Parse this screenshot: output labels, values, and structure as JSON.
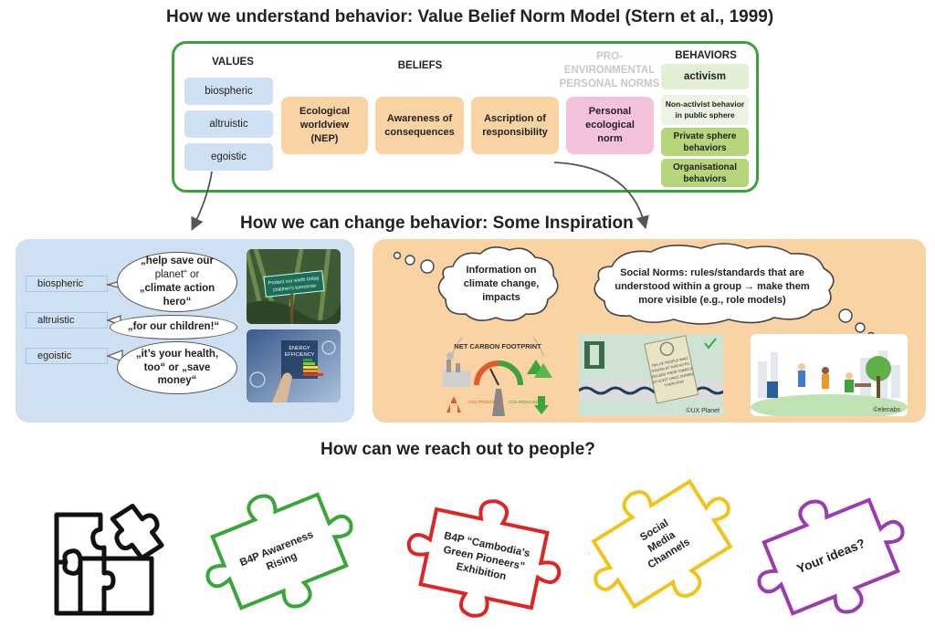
{
  "vbn": {
    "title": "How we understand behavior: Value Belief Norm Model (Stern et al., 1999)",
    "values_header": "VALUES",
    "beliefs_header": "BELIEFS",
    "norms_header_1": "PRO-",
    "norms_header_2": "ENVIRONMENTAL",
    "norms_header_3": "PERSONAL NORMS",
    "behaviors_header": "BEHAVIORS",
    "values": [
      "biospheric",
      "altruistic",
      "egoistic"
    ],
    "beliefs": [
      {
        "l1": "Ecological",
        "l2": "worldview",
        "l3": "(NEP)"
      },
      {
        "l1": "Awareness of",
        "l2": "consequences"
      },
      {
        "l1": "Ascription of",
        "l2": "responsibility"
      }
    ],
    "norm": {
      "l1": "Personal",
      "l2": "ecological",
      "l3": "norm"
    },
    "behaviors": [
      {
        "l1": "activism"
      },
      {
        "l1": "Non-activist behavior",
        "l2": "in public sphere"
      },
      {
        "l1": "Private sphere",
        "l2": "behaviors"
      },
      {
        "l1": "Organisational",
        "l2": "behaviors"
      }
    ]
  },
  "change": {
    "title": "How we can change behavior: Some Inspiration",
    "labels": [
      "biospheric",
      "altruistic",
      "egoistic"
    ],
    "bubble1": {
      "l1": "„help save our",
      "l2": "planet“ or",
      "l3": "„climate action",
      "l4": "hero“"
    },
    "bubble2": {
      "l1": "„for our children!“"
    },
    "bubble3": {
      "l1": "„it’s your health,",
      "l2": "too“ or „save",
      "l3": "money“"
    },
    "photo1_sign": {
      "l1": "Protect our earth today",
      "l2": "children's tomorrow"
    },
    "photo2_text": {
      "l1": "ENERGY",
      "l2": "EFFICIENCY"
    },
    "cloud1": {
      "l1": "Information on",
      "l2": "climate change,",
      "l3": "impacts"
    },
    "cloud2": {
      "l1": "Social Norms: rules/standards that are",
      "l2": "understood within a group → make them",
      "l3": "more visible (e.g., role models)"
    },
    "footprint": {
      "title": "NET CARBON FOOTPRINT",
      "produced": "CO2 PRODUCED",
      "reduced": "CO2 REDUCED"
    },
    "tag_text": {
      "l1": "75% OF PEOPLE WHO",
      "l2": "STAYED AT THIS HOTEL",
      "l3": "REUSED THEIR TOWELS",
      "l4": "AT LEAST ONCE DURING",
      "l5": "THEIR STAY"
    },
    "credit1": "©UX Planet",
    "credit2": "©elenabs"
  },
  "reach": {
    "title": "How can we reach out to people?",
    "pieces": [
      {
        "l1": "B4P Awareness",
        "l2": "Rising",
        "color": "#3aa53a"
      },
      {
        "l1": "B4P “Cambodia’s",
        "l2": "Green Pioneers”",
        "l3": "Exhibition",
        "color": "#e02424"
      },
      {
        "l1": "Social",
        "l2": "Media",
        "l3": "Channels",
        "color": "#f0c419"
      },
      {
        "l1": "Your ideas?",
        "color": "#9b3bb0"
      }
    ]
  },
  "colors": {
    "green": "#3ca33c",
    "blue_box": "#cfe0f3",
    "orange_box": "#f9d3a3",
    "pink_box": "#f5c2dc",
    "light_green": "#e3efd4",
    "mid_green": "#b5d67a"
  }
}
